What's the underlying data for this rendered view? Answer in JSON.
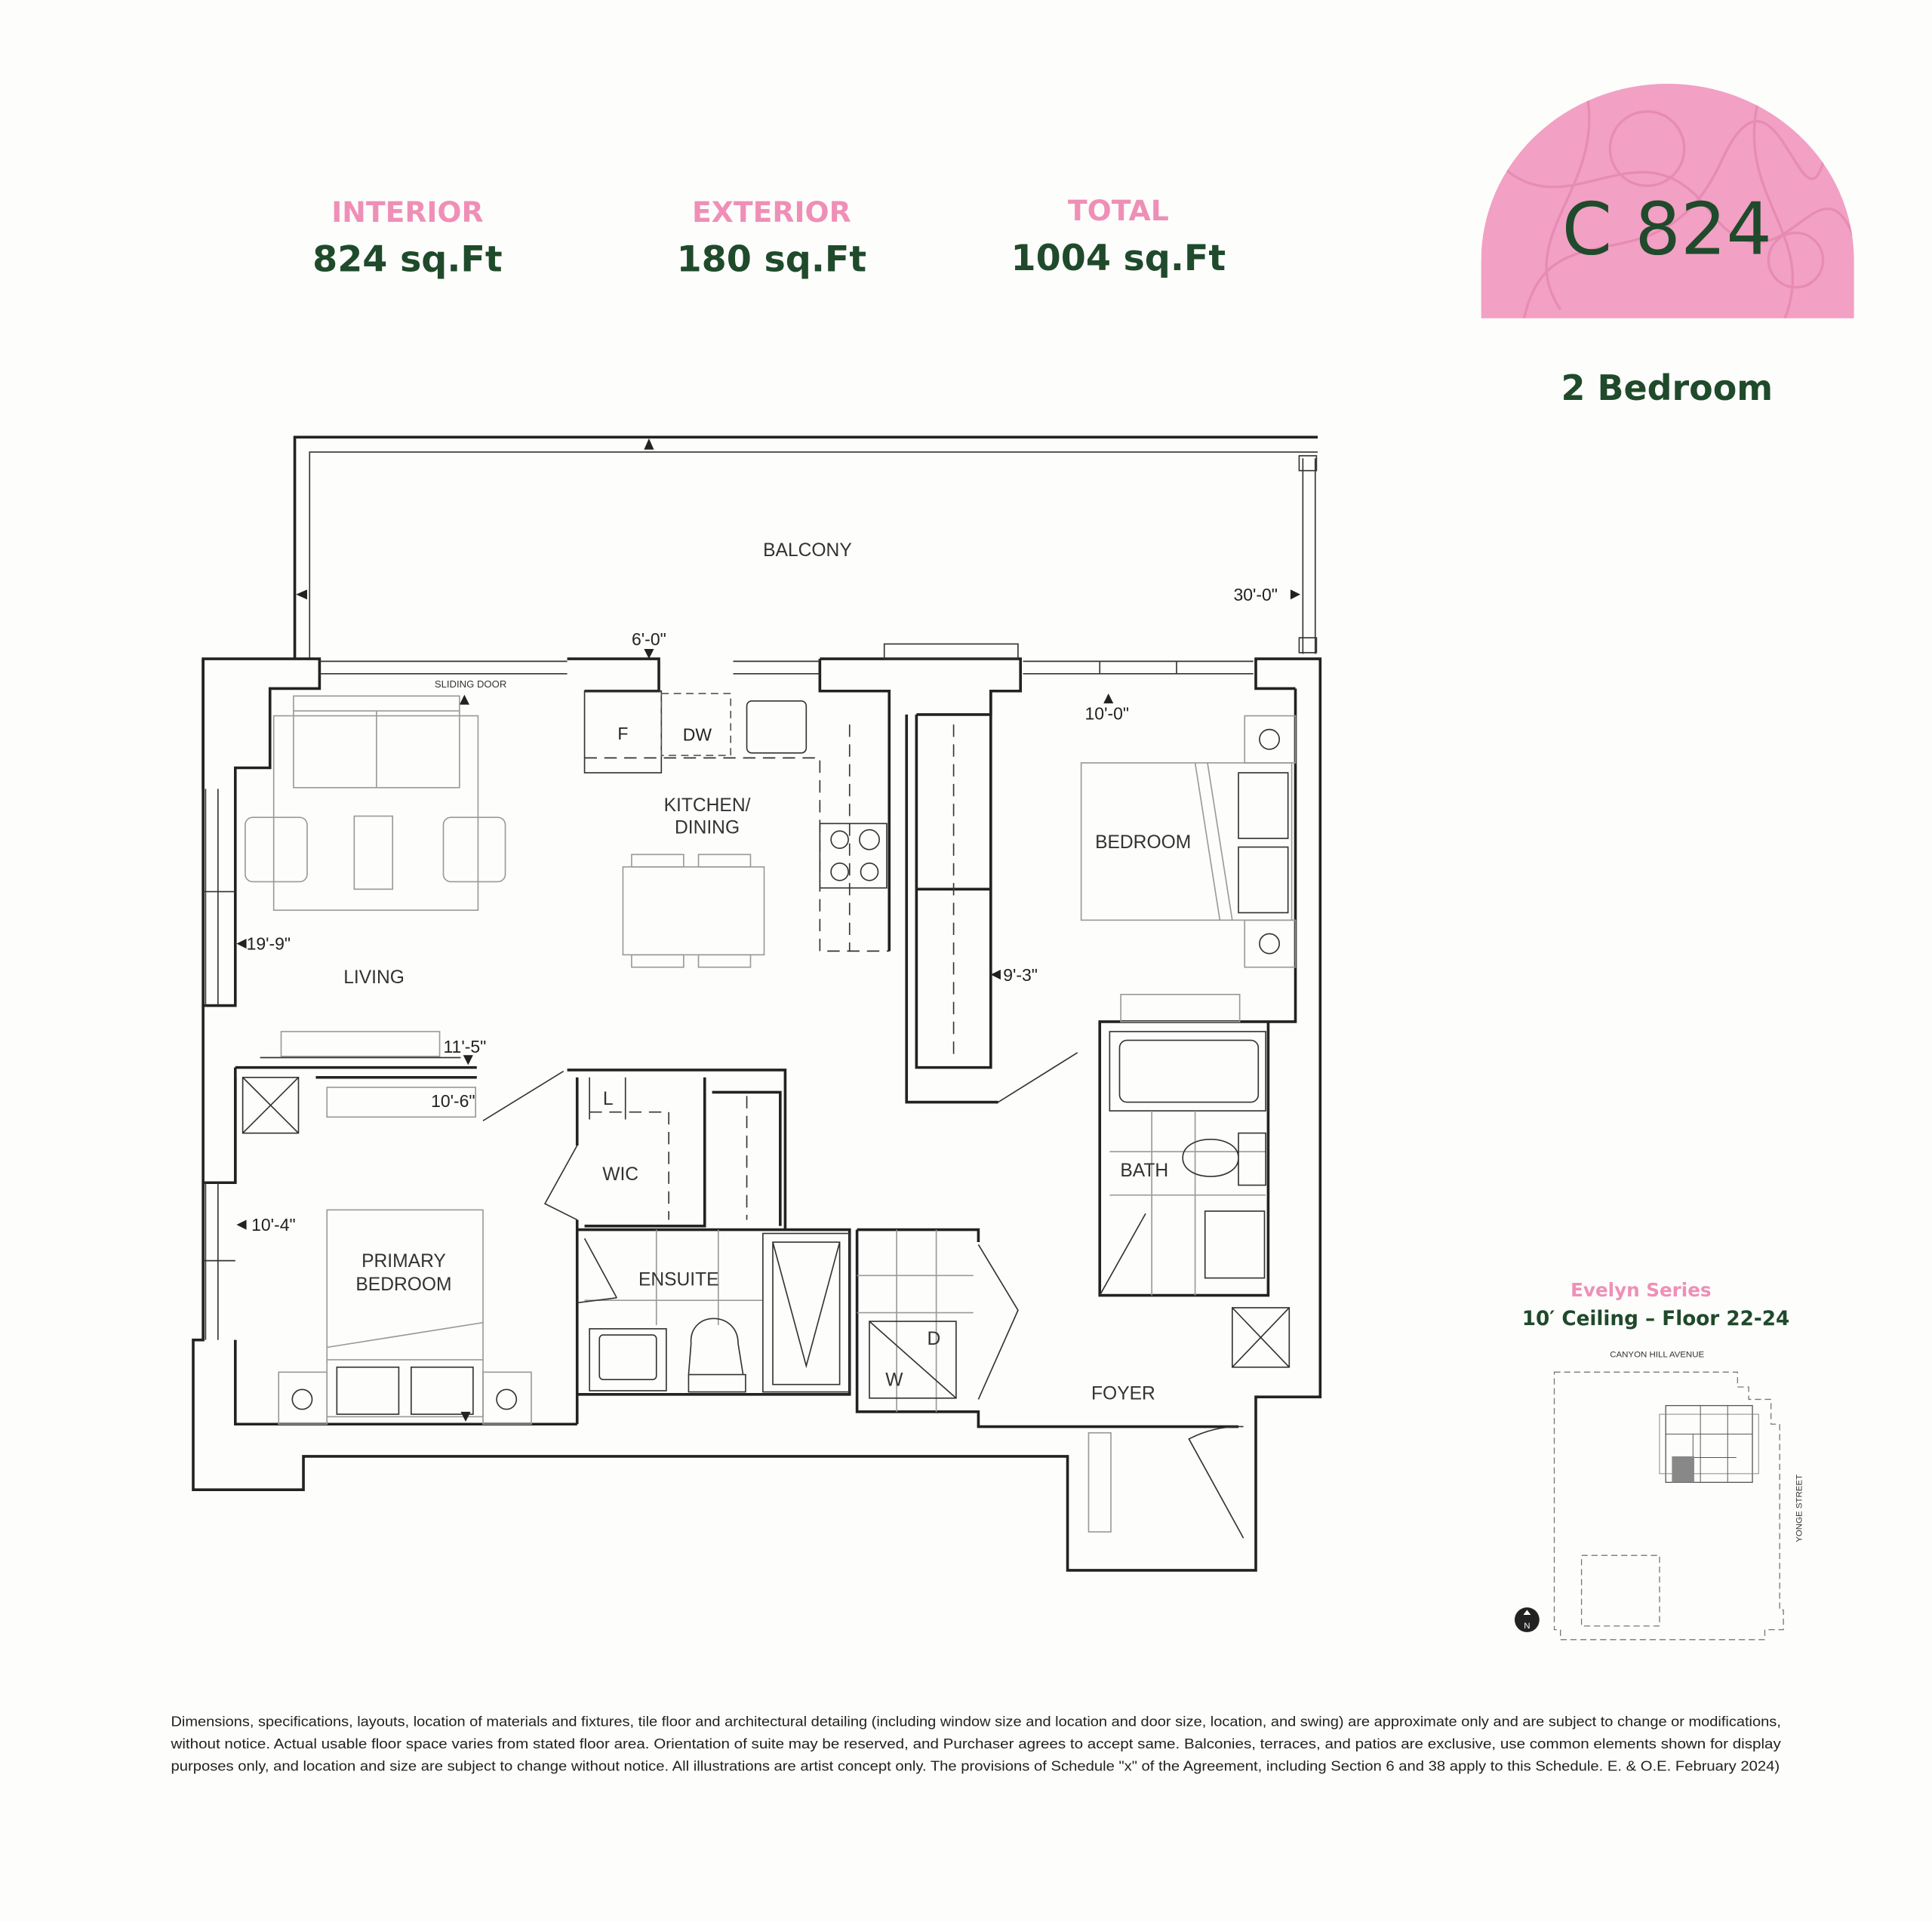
{
  "header": {
    "interior": {
      "label": "INTERIOR",
      "value": "824 sq.Ft"
    },
    "exterior": {
      "label": "EXTERIOR",
      "value": "180 sq.Ft"
    },
    "total": {
      "label": "TOTAL",
      "value": "1004 sq.Ft"
    },
    "unit_name": "C 824",
    "unit_type": "2 Bedroom"
  },
  "colors": {
    "pink": "#ef8fb7",
    "green": "#1f4a2b",
    "badge": "#f2a0c4"
  },
  "plan": {
    "rooms": {
      "balcony": "BALCONY",
      "sliding_door": "SLIDING DOOR",
      "fridge": "F",
      "dishwasher": "DW",
      "kitchen_line1": "KITCHEN/",
      "kitchen_line2": "DINING",
      "bedroom": "BEDROOM",
      "living": "LIVING",
      "bath": "BATH",
      "wic": "WIC",
      "linen": "L",
      "primary_line1": "PRIMARY",
      "primary_line2": "BEDROOM",
      "ensuite": "ENSUITE",
      "dryer": "D",
      "washer": "W",
      "foyer": "FOYER"
    },
    "dimensions": {
      "balcony_depth": "6'-0\"",
      "balcony_width": "30'-0\"",
      "bedroom_width": "10'-0\"",
      "living_length": "19'-9\"",
      "bedroom_length": "9'-3\"",
      "living_width": "11'-5\"",
      "primary_width": "10'-6\"",
      "primary_length": "10'-4\""
    }
  },
  "key_plan": {
    "series": "Evelyn Series",
    "ceiling": "10′ Ceiling – Floor 22-24",
    "street_top": "CANYON HILL AVENUE",
    "street_right": "YONGE STREET",
    "north": "N"
  },
  "disclaimer": [
    "Dimensions, specifications, layouts, location of materials and fixtures, tile floor and architectural detailing (including window size and location and door size, location, and swing) are approximate only and are subject to change or modifications,",
    "without notice. Actual usable floor space varies from stated floor area. Orientation of suite may be reserved, and Purchaser agrees to accept same. Balconies, terraces, and patios are exclusive, use common elements shown for display",
    "purposes only, and location and size are subject to change without notice. All illustrations are artist concept only. The provisions of Schedule \"x\" of the Agreement, including Section 6 and 38 apply to this Schedule. E. & O.E. February 2024)"
  ]
}
